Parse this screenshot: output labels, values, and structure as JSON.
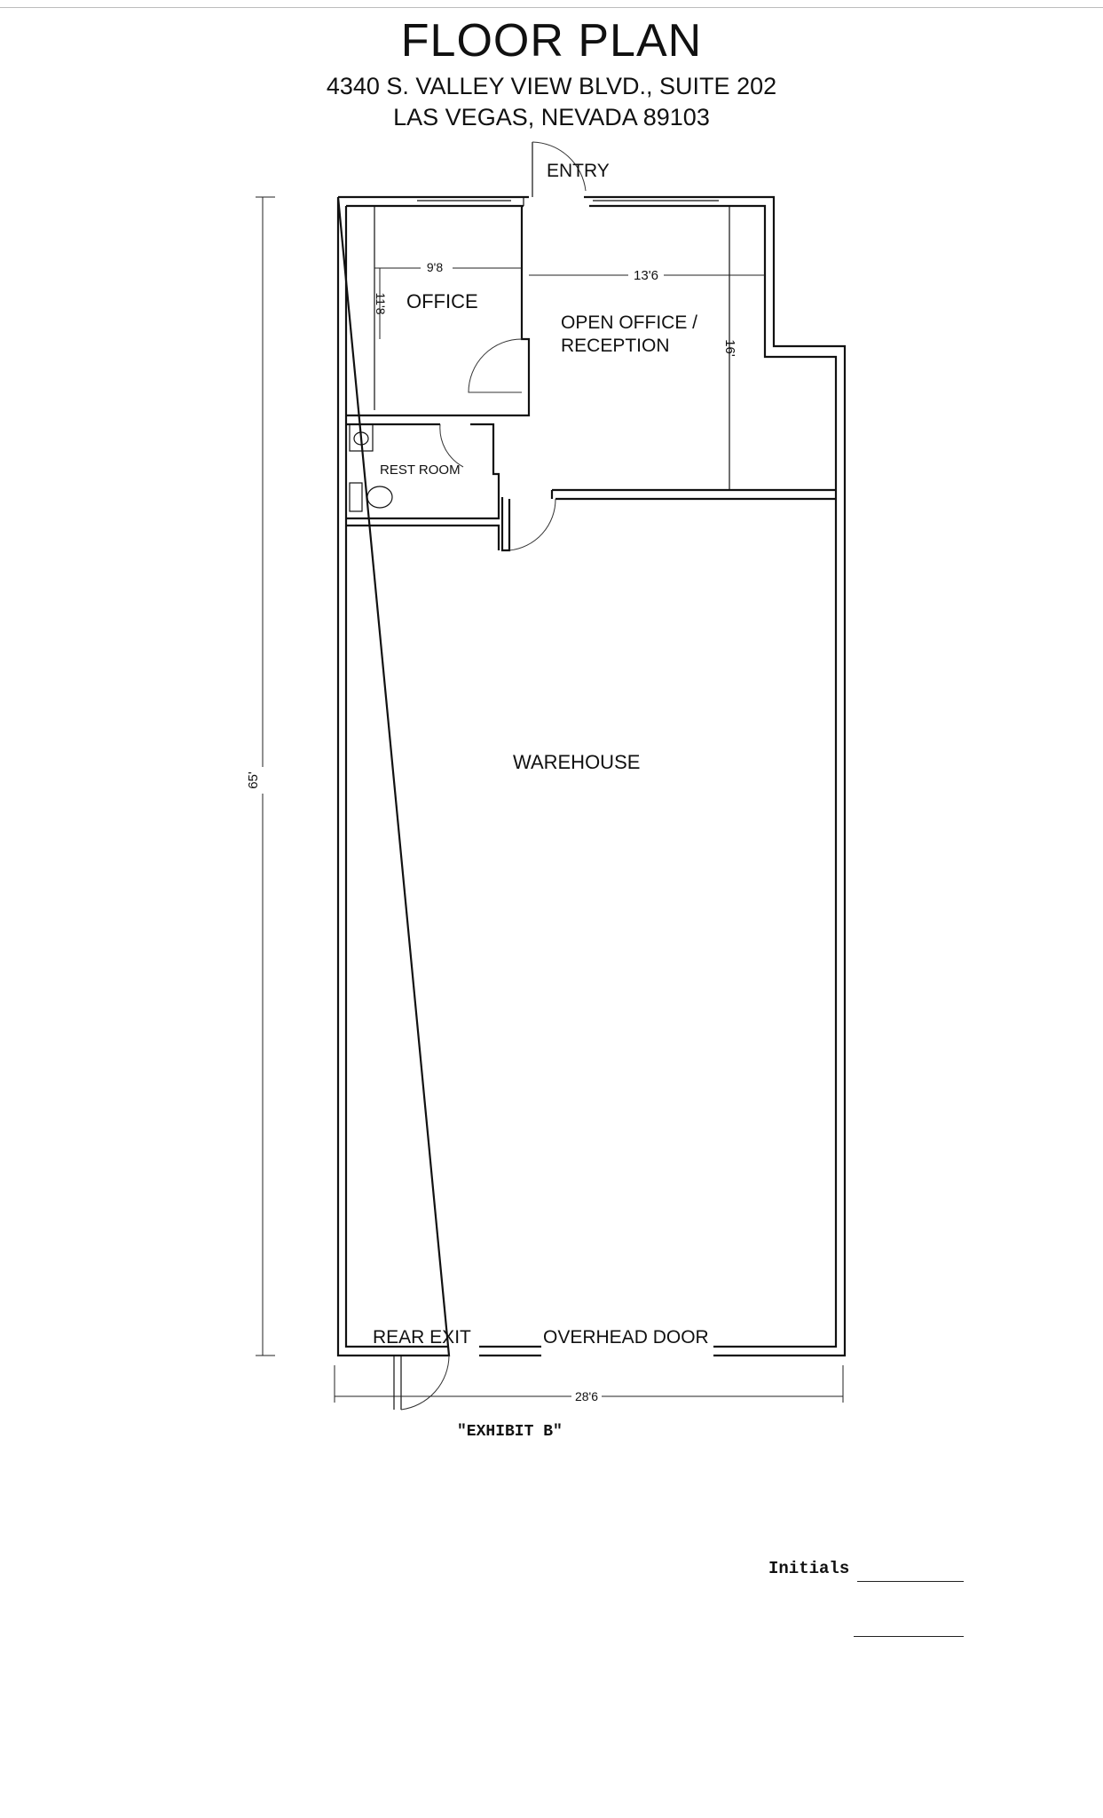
{
  "header": {
    "title": "FLOOR PLAN",
    "address_line1": "4340 S. VALLEY VIEW BLVD., SUITE 202",
    "address_line2": "LAS VEGAS, NEVADA 89103"
  },
  "rooms": {
    "office": "OFFICE",
    "open_office_line1": "OPEN OFFICE /",
    "open_office_line2": "RECEPTION",
    "rest_room": "REST ROOM",
    "warehouse": "WAREHOUSE"
  },
  "openings": {
    "entry": "ENTRY",
    "rear_exit": "REAR EXIT",
    "overhead_door": "OVERHEAD DOOR"
  },
  "dimensions": {
    "office_width": "9'8",
    "office_depth": "11'8",
    "open_office_width": "13'6",
    "open_office_depth": "16'",
    "overall_length": "65'",
    "overall_width": "28'6"
  },
  "footer": {
    "exhibit": "\"EXHIBIT B\"",
    "initials_label": "Initials"
  }
}
